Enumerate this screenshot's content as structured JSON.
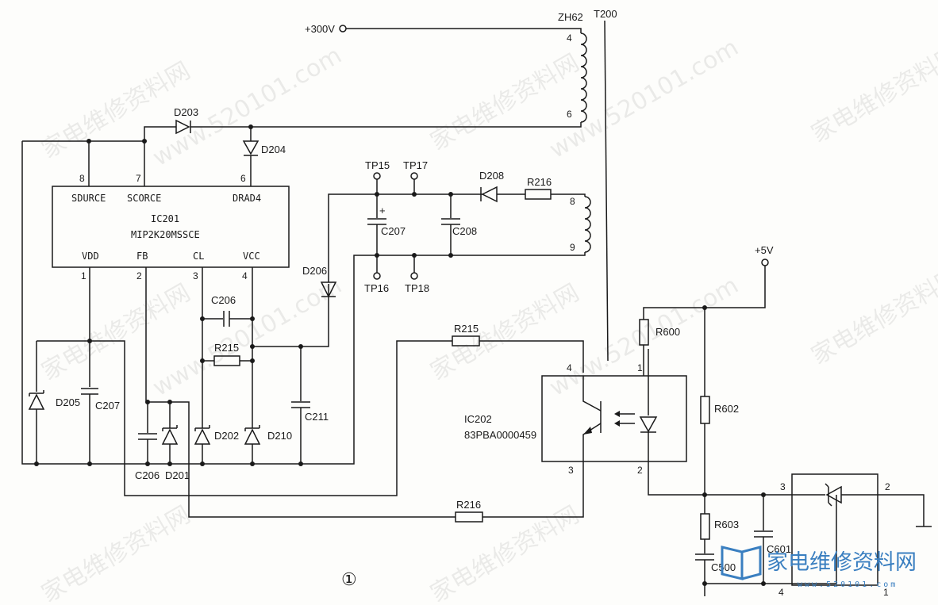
{
  "supply": {
    "hv": "+300V",
    "lv": "+5V"
  },
  "transformer": {
    "name": "ZH62",
    "ref": "T200",
    "pins": [
      "4",
      "6",
      "8",
      "9"
    ]
  },
  "ic201": {
    "ref": "IC201",
    "part": "MIP2K20MSSCE",
    "top_pins": [
      {
        "num": "8",
        "name": "SDURCE"
      },
      {
        "num": "7",
        "name": "SCORCE"
      },
      {
        "num": "6",
        "name": "DRAD4"
      }
    ],
    "bottom_pins": [
      {
        "num": "1",
        "name": "VDD"
      },
      {
        "num": "2",
        "name": "FB"
      },
      {
        "num": "3",
        "name": "CL"
      },
      {
        "num": "4",
        "name": "VCC"
      }
    ]
  },
  "ic202": {
    "ref": "IC202",
    "part": "83PBA0000459",
    "pins": [
      "4",
      "1",
      "3",
      "2"
    ]
  },
  "diodes": [
    "D203",
    "D204",
    "D206",
    "D208",
    "D205",
    "D201",
    "D202",
    "D210"
  ],
  "capacitors": [
    "C207",
    "C208",
    "C206",
    "C206",
    "C207",
    "C211",
    "C601",
    "C500"
  ],
  "resistors": [
    "R216",
    "R215",
    "R215",
    "R216",
    "R600",
    "R602",
    "R603"
  ],
  "test_points": [
    "TP15",
    "TP17",
    "TP16",
    "TP18"
  ],
  "regulator_pins": [
    "3",
    "2",
    "4",
    "1"
  ],
  "figure_label": "①",
  "watermarks": [
    "家电维修资料网",
    "www.520101.com"
  ],
  "logo": {
    "text": "家电维修资料网",
    "url": "www.520101.com"
  }
}
